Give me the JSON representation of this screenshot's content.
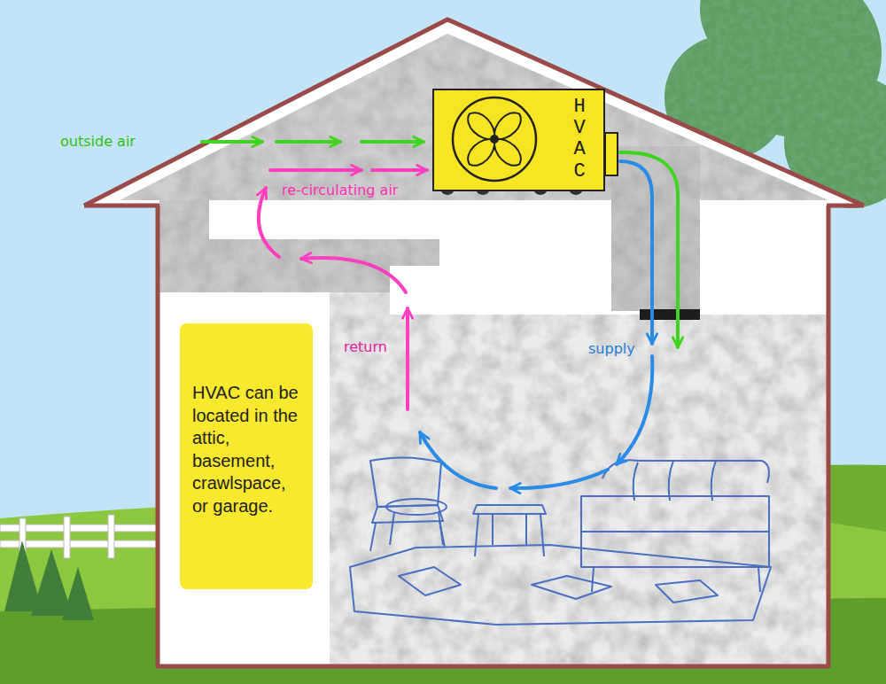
{
  "diagram": {
    "nodes": [
      {
        "text": [
          "HVAC"
        ]
      },
      {
        "text": [
          "HVAC can be located in the attic, basement, crawlspace, or garage."
        ]
      }
    ],
    "labels": [
      "outside air",
      "re-circulating air",
      "return",
      "supply"
    ]
  }
}
